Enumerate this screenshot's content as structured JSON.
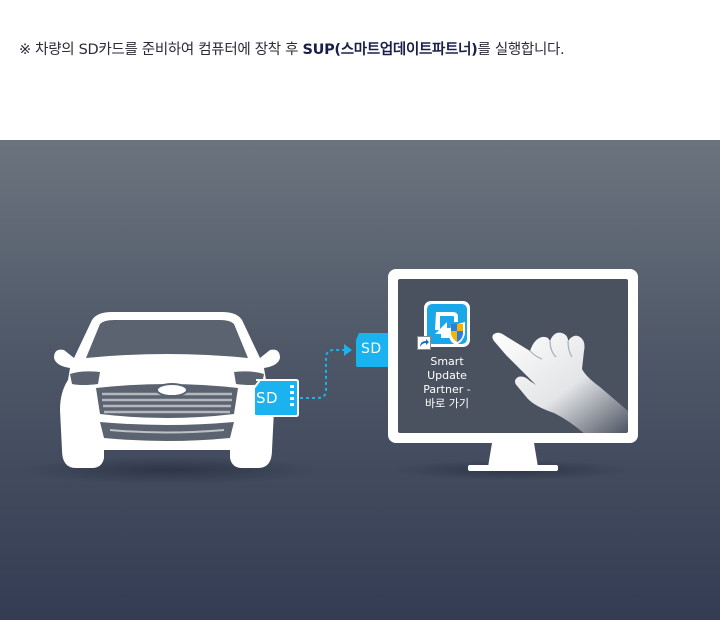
{
  "instruction": {
    "mark": "※",
    "prefix": "차량의 SD카드를 준비하여 컴퓨터에 장착 후",
    "highlight": "SUP(스마트업데이트파트너)",
    "suffix": "를 실행합니다."
  },
  "sd_card_car": {
    "label": "SD"
  },
  "sd_card_pc": {
    "label": "SD"
  },
  "desktop_shortcut": {
    "icon": "smart-update-partner-app-icon",
    "lines": [
      "Smart",
      "Update",
      "Partner -",
      "바로 가기"
    ]
  },
  "colors": {
    "accent": "#1aa7e8",
    "sd_card": "#1ab2ef",
    "scene_top": "#6b747e",
    "scene_bottom": "#333c53",
    "outline": "#ffffff",
    "screen": "#4a5260"
  }
}
